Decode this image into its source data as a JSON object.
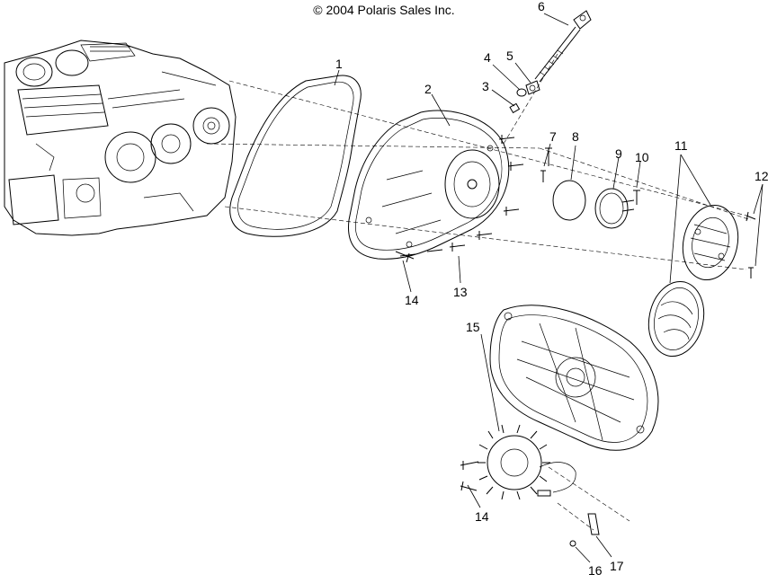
{
  "copyright": "© 2004 Polaris Sales Inc.",
  "callouts": [
    "1",
    "2",
    "3",
    "4",
    "5",
    "6",
    "7",
    "8",
    "9",
    "10",
    "11",
    "12",
    "13",
    "14",
    "14",
    "15",
    "16",
    "17"
  ]
}
